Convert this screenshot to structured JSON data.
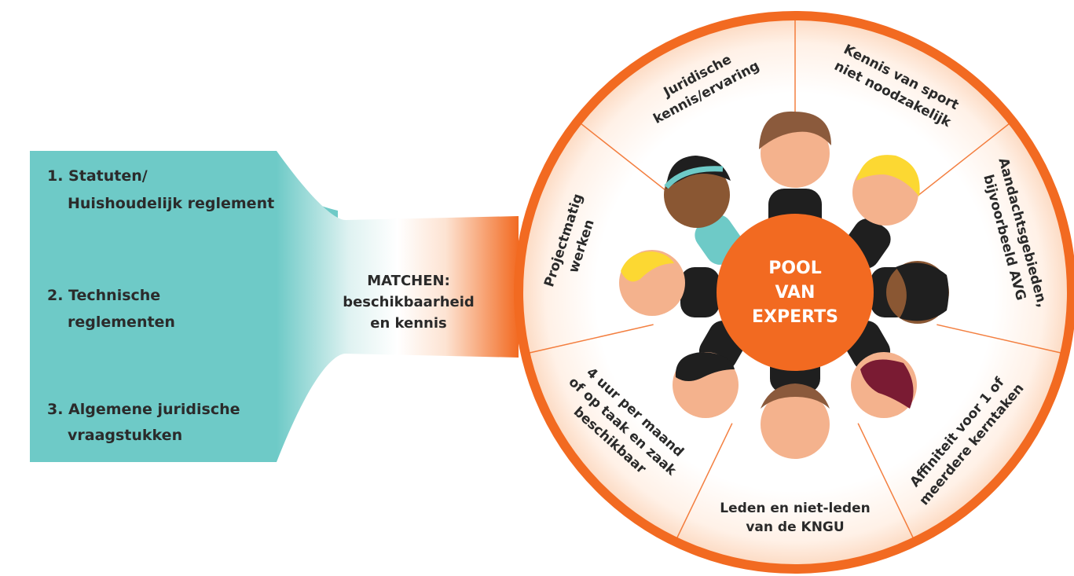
{
  "colors": {
    "teal": "#6ecac7",
    "orange": "#f26a21",
    "orange_light": "#fde3d2",
    "text": "#2b2b2b"
  },
  "panel": {
    "item1_line1": "1. Statuten/",
    "item1_line2": "Huishoudelijk reglement",
    "item2_line1": "2. Technische",
    "item2_line2": "reglementen",
    "item3_line1": "3. Algemene juridische",
    "item3_line2": "vraagstukken"
  },
  "connector": {
    "line1": "MATCHEN:",
    "line2": "beschikbaarheid",
    "line3": "en kennis"
  },
  "center": {
    "line1": "POOL",
    "line2": "VAN",
    "line3": "EXPERTS"
  },
  "segments": [
    {
      "line1": "Juridische",
      "line2": "kennis/ervaring"
    },
    {
      "line1": "Kennis van sport",
      "line2": "niet noodzakelijk"
    },
    {
      "line1": "Aandachtsgebieden,",
      "line2": "bijvoorbeeld AVG"
    },
    {
      "line1": "Affiniteit voor 1 of",
      "line2": "meerdere kerntaken"
    },
    {
      "line1": "Leden en niet-leden",
      "line2": "van de KNGU"
    },
    {
      "line1": "4 uur per maand",
      "line2": "of op taak en zaak",
      "line3": "beschikbaar"
    },
    {
      "line1": "Projectmatig",
      "line2": "werken"
    }
  ],
  "icons": {
    "people": "person-head-icon"
  }
}
